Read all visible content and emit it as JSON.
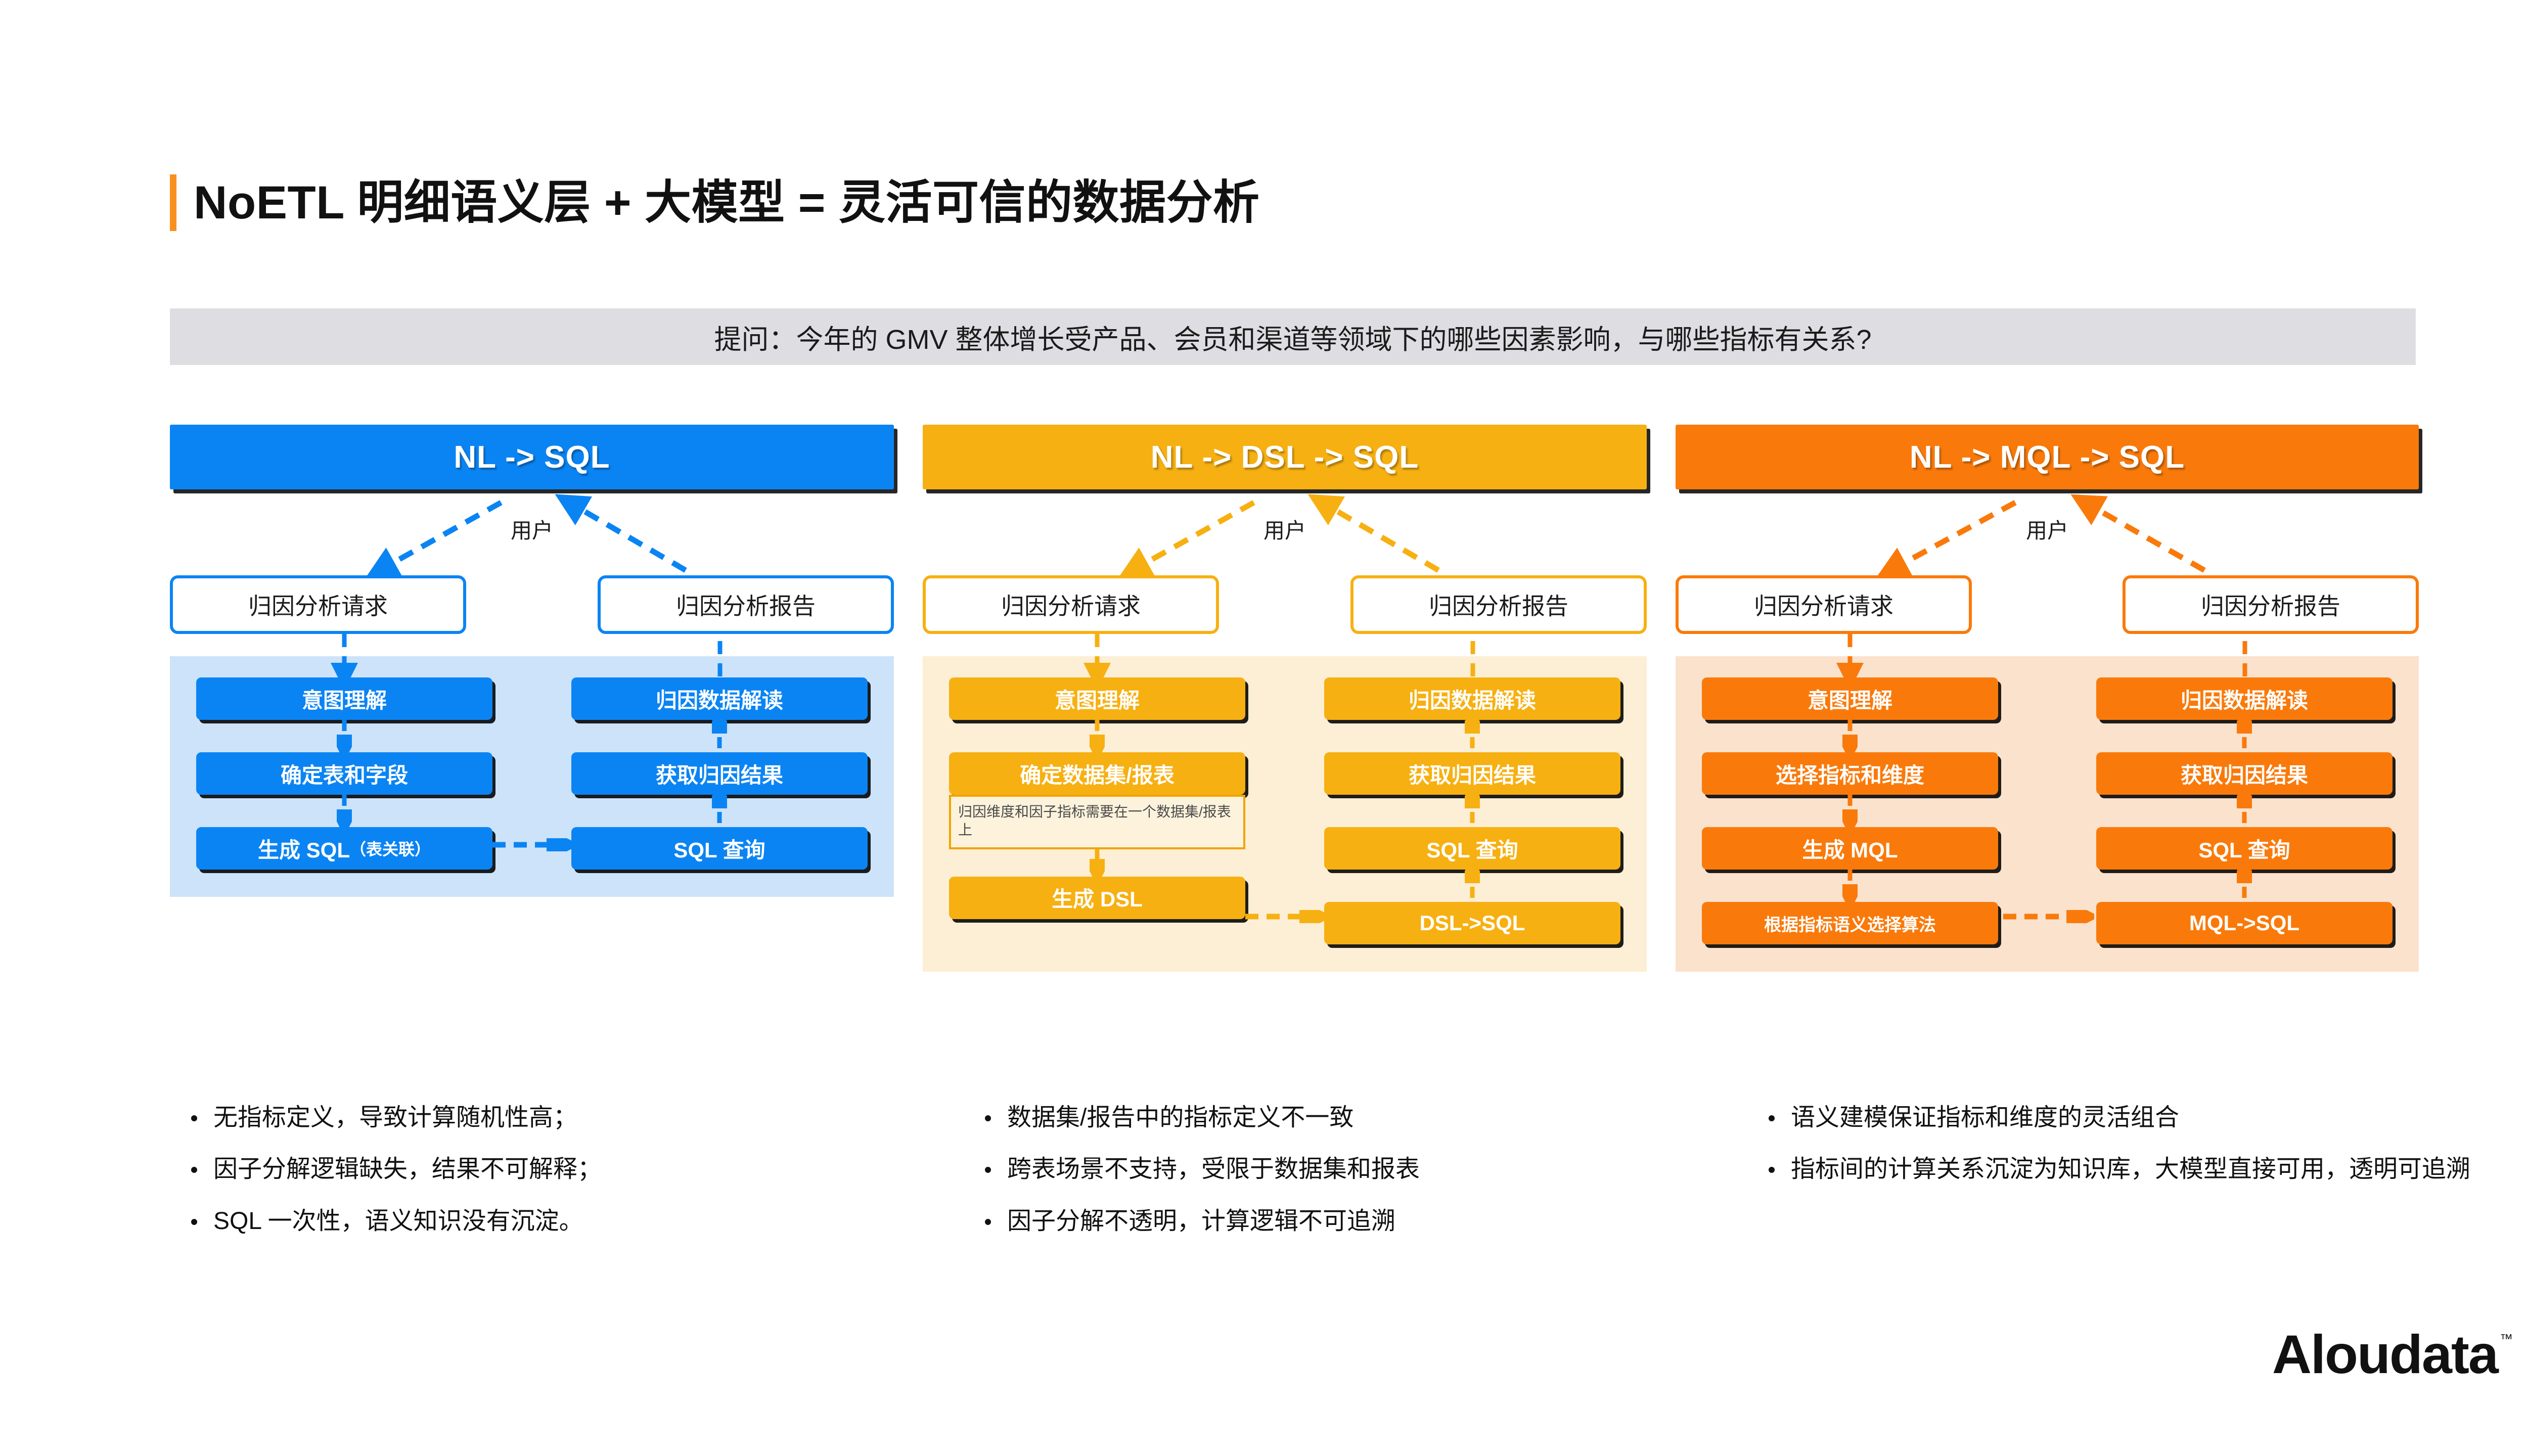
{
  "title": "NoETL 明细语义层 + 大模型 = 灵活可信的数据分析",
  "question": "提问：今年的 GMV 整体增长受产品、会员和渠道等领域下的哪些因素影响，与哪些指标有关系?",
  "colors": {
    "accent_bar": "#F7901E",
    "banner_bg": "#DEDEE2",
    "blue": "#0B84F3",
    "blue_panel": "#CDE3FA",
    "amber": "#F7B012",
    "amber_panel": "#FCEFD5",
    "orange": "#F97A0B",
    "orange_panel": "#FBE2CD",
    "note_border": "#F2A300",
    "note_bg": "#FDF3DC"
  },
  "columns": [
    {
      "header": "NL -> SQL",
      "user_label": "用户",
      "top_boxes": [
        "归因分析请求",
        "归因分析报告"
      ],
      "left_steps": [
        "意图理解",
        "确定表和字段"
      ],
      "left_bottom_main": "生成 SQL",
      "left_bottom_paren": "（表关联）",
      "right_steps": [
        "归因数据解读",
        "获取归因结果"
      ],
      "right_bottom": "SQL 查询",
      "note": null,
      "bullets": [
        "无指标定义，导致计算随机性高；",
        "因子分解逻辑缺失，结果不可解释；",
        "SQL 一次性，语义知识没有沉淀。"
      ]
    },
    {
      "header": "NL -> DSL -> SQL",
      "user_label": "用户",
      "top_boxes": [
        "归因分析请求",
        "归因分析报告"
      ],
      "left_steps": [
        "意图理解",
        "确定数据集/报表"
      ],
      "left_bottom_main": "生成 DSL",
      "left_bottom_paren": "",
      "right_steps": [
        "归因数据解读",
        "获取归因结果",
        "SQL 查询"
      ],
      "right_bottom": "DSL->SQL",
      "note": "归因维度和因子指标需要在一个数据集/报表上",
      "bullets": [
        "数据集/报告中的指标定义不一致",
        "跨表场景不支持，受限于数据集和报表",
        "因子分解不透明，计算逻辑不可追溯"
      ]
    },
    {
      "header": "NL -> MQL -> SQL",
      "user_label": "用户",
      "top_boxes": [
        "归因分析请求",
        "归因分析报告"
      ],
      "left_steps": [
        "意图理解",
        "选择指标和维度",
        "生成 MQL"
      ],
      "left_bottom_main": "根据指标语义选择算法",
      "left_bottom_paren": "",
      "right_steps": [
        "归因数据解读",
        "获取归因结果",
        "SQL 查询"
      ],
      "right_bottom": "MQL->SQL",
      "note": null,
      "bullets": [
        "语义建模保证指标和维度的灵活组合",
        "指标间的计算关系沉淀为知识库，大模型直接可用，透明可追溯"
      ]
    }
  ],
  "logo": {
    "name": "Aloudata",
    "tm": "™"
  }
}
